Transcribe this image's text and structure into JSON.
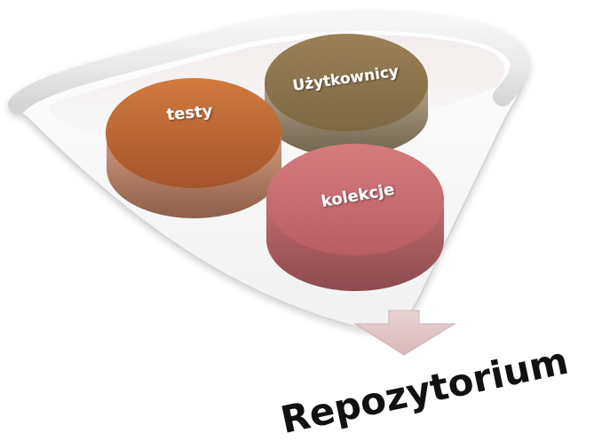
{
  "diagram": {
    "items": [
      {
        "label": "testy",
        "color": "#c06a3b"
      },
      {
        "label": "Użytkownicy",
        "color": "#8c7550"
      },
      {
        "label": "kolekcje",
        "color": "#c86b72"
      }
    ],
    "output_label": "Repozytorium",
    "funnel_color": "#d9d9d9",
    "arrow_color": "#e0c7c7"
  }
}
